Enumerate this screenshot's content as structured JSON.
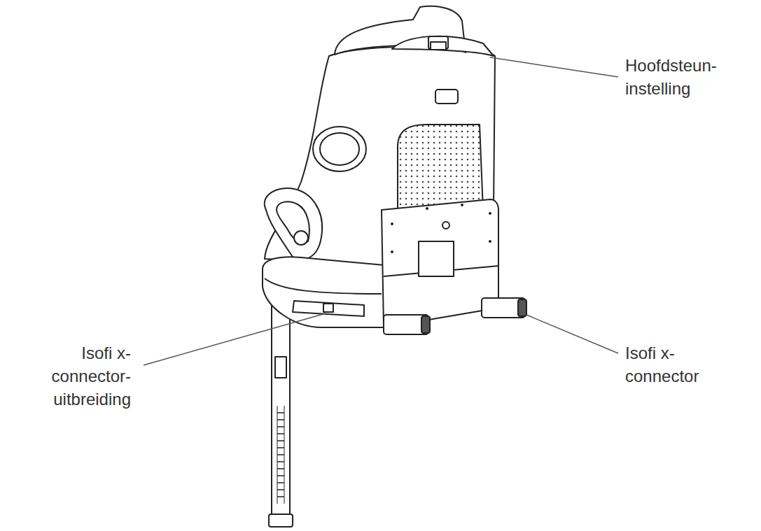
{
  "diagram": {
    "labels": [
      "Hoofdsteun- instelling",
      "Isofi x- connector- uitbreiding",
      "Isofi x- connector"
    ]
  }
}
